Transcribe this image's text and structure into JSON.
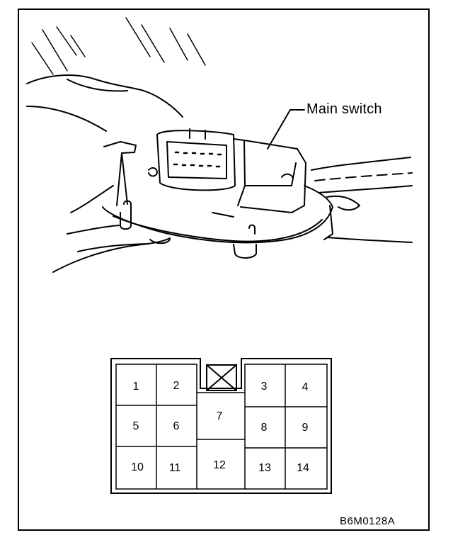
{
  "figure": {
    "callout_label": "Main switch",
    "figure_code": "B6M0128A"
  },
  "connector": {
    "pins": [
      {
        "id": "1",
        "label": "1"
      },
      {
        "id": "2",
        "label": "2"
      },
      {
        "id": "3",
        "label": "3"
      },
      {
        "id": "4",
        "label": "4"
      },
      {
        "id": "5",
        "label": "5"
      },
      {
        "id": "6",
        "label": "6"
      },
      {
        "id": "7",
        "label": "7"
      },
      {
        "id": "8",
        "label": "8"
      },
      {
        "id": "9",
        "label": "9"
      },
      {
        "id": "10",
        "label": "10"
      },
      {
        "id": "11",
        "label": "11"
      },
      {
        "id": "12",
        "label": "12"
      },
      {
        "id": "13",
        "label": "13"
      },
      {
        "id": "14",
        "label": "14"
      }
    ]
  }
}
